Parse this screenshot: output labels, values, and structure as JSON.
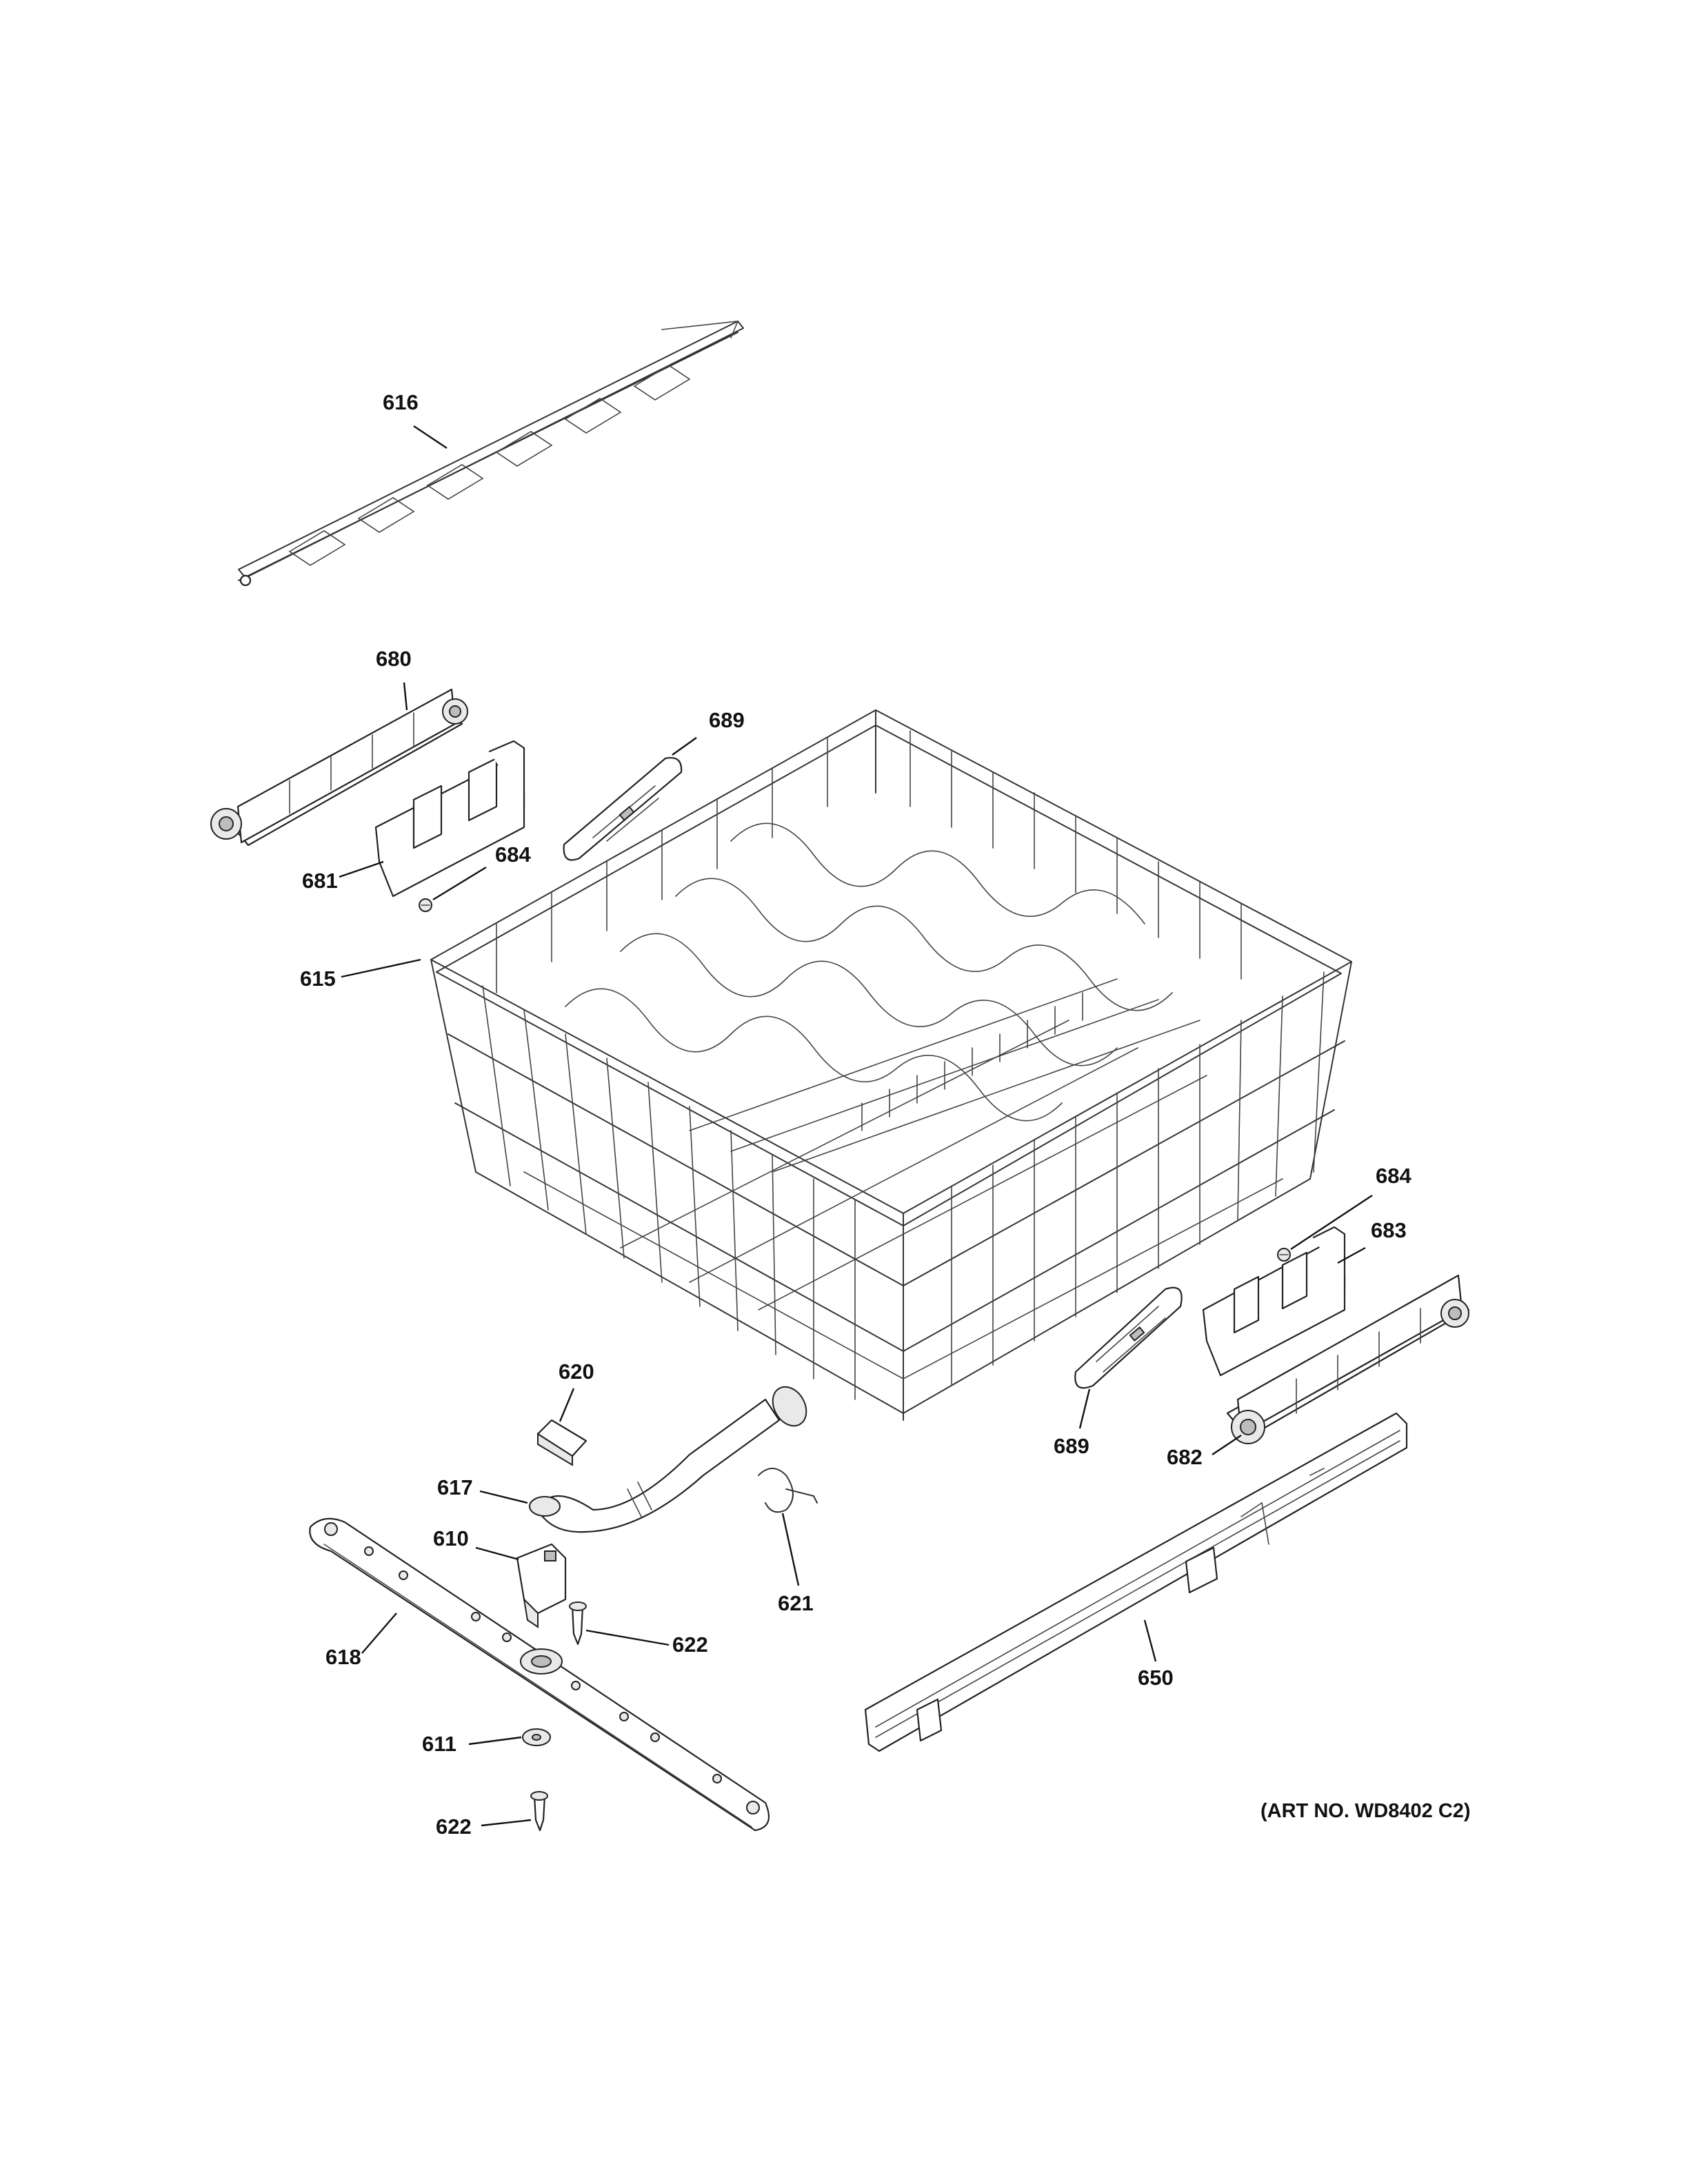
{
  "callouts": {
    "c616": "616",
    "c680": "680",
    "c689_top": "689",
    "c681": "681",
    "c684_top": "684",
    "c615": "615",
    "c684_right": "684",
    "c683": "683",
    "c620": "620",
    "c689_bottom": "689",
    "c682": "682",
    "c617": "617",
    "c610": "610",
    "c621": "621",
    "c622_upper": "622",
    "c618": "618",
    "c650": "650",
    "c611": "611",
    "c622_lower": "622"
  },
  "art_number": "(ART NO. WD8402 C2)"
}
